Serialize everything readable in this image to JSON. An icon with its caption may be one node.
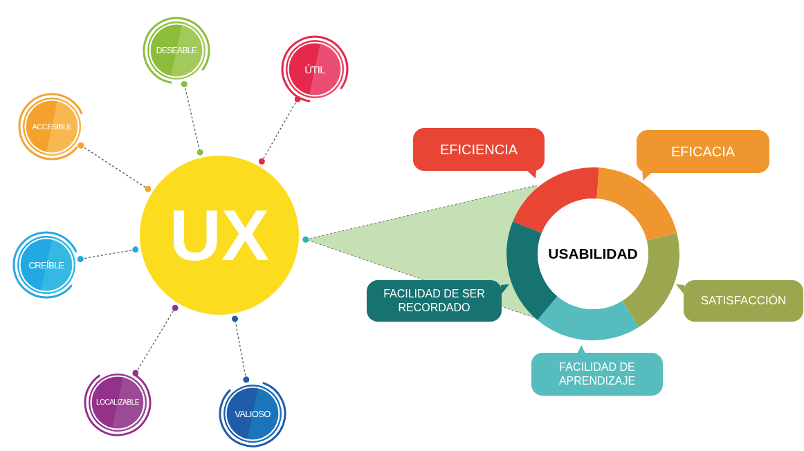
{
  "diagram": {
    "nodes": [
      {
        "text": [
          "UX"
        ]
      },
      {
        "text": [
          "DESEABLE"
        ]
      },
      {
        "text": [
          "ÚTIL"
        ]
      },
      {
        "text": [
          "ACCESIBLE"
        ]
      },
      {
        "text": [
          "CREÍBLE"
        ]
      },
      {
        "text": [
          "LOCALIZABLE"
        ]
      },
      {
        "text": [
          "VALIOSO"
        ]
      },
      {
        "text": [
          "USABILIDAD"
        ]
      },
      {
        "text": [
          "EFICIENCIA"
        ]
      },
      {
        "text": [
          "EFICACIA"
        ]
      },
      {
        "text": [
          "FACILIDAD DE SER RECORDADO"
        ]
      },
      {
        "text": [
          "SATISFACCIÓN"
        ]
      },
      {
        "text": [
          "FACILIDAD DE APRENDIZAJE"
        ]
      }
    ],
    "edges": [
      {
        "from": 1,
        "to": 0,
        "arrow": "other",
        "style": "dashed"
      },
      {
        "from": 2,
        "to": 0,
        "arrow": "other",
        "style": "dashed"
      },
      {
        "from": 3,
        "to": 0,
        "arrow": "other",
        "style": "dashed"
      },
      {
        "from": 4,
        "to": 0,
        "arrow": "other",
        "style": "dashed"
      },
      {
        "from": 5,
        "to": 0,
        "arrow": "other",
        "style": "dashed"
      },
      {
        "from": 6,
        "to": 0,
        "arrow": "other",
        "style": "dashed"
      },
      {
        "from": 7,
        "to": 0,
        "arrow": "to",
        "style": "dashed",
        "color": "#c5e0b4"
      }
    ]
  }
}
